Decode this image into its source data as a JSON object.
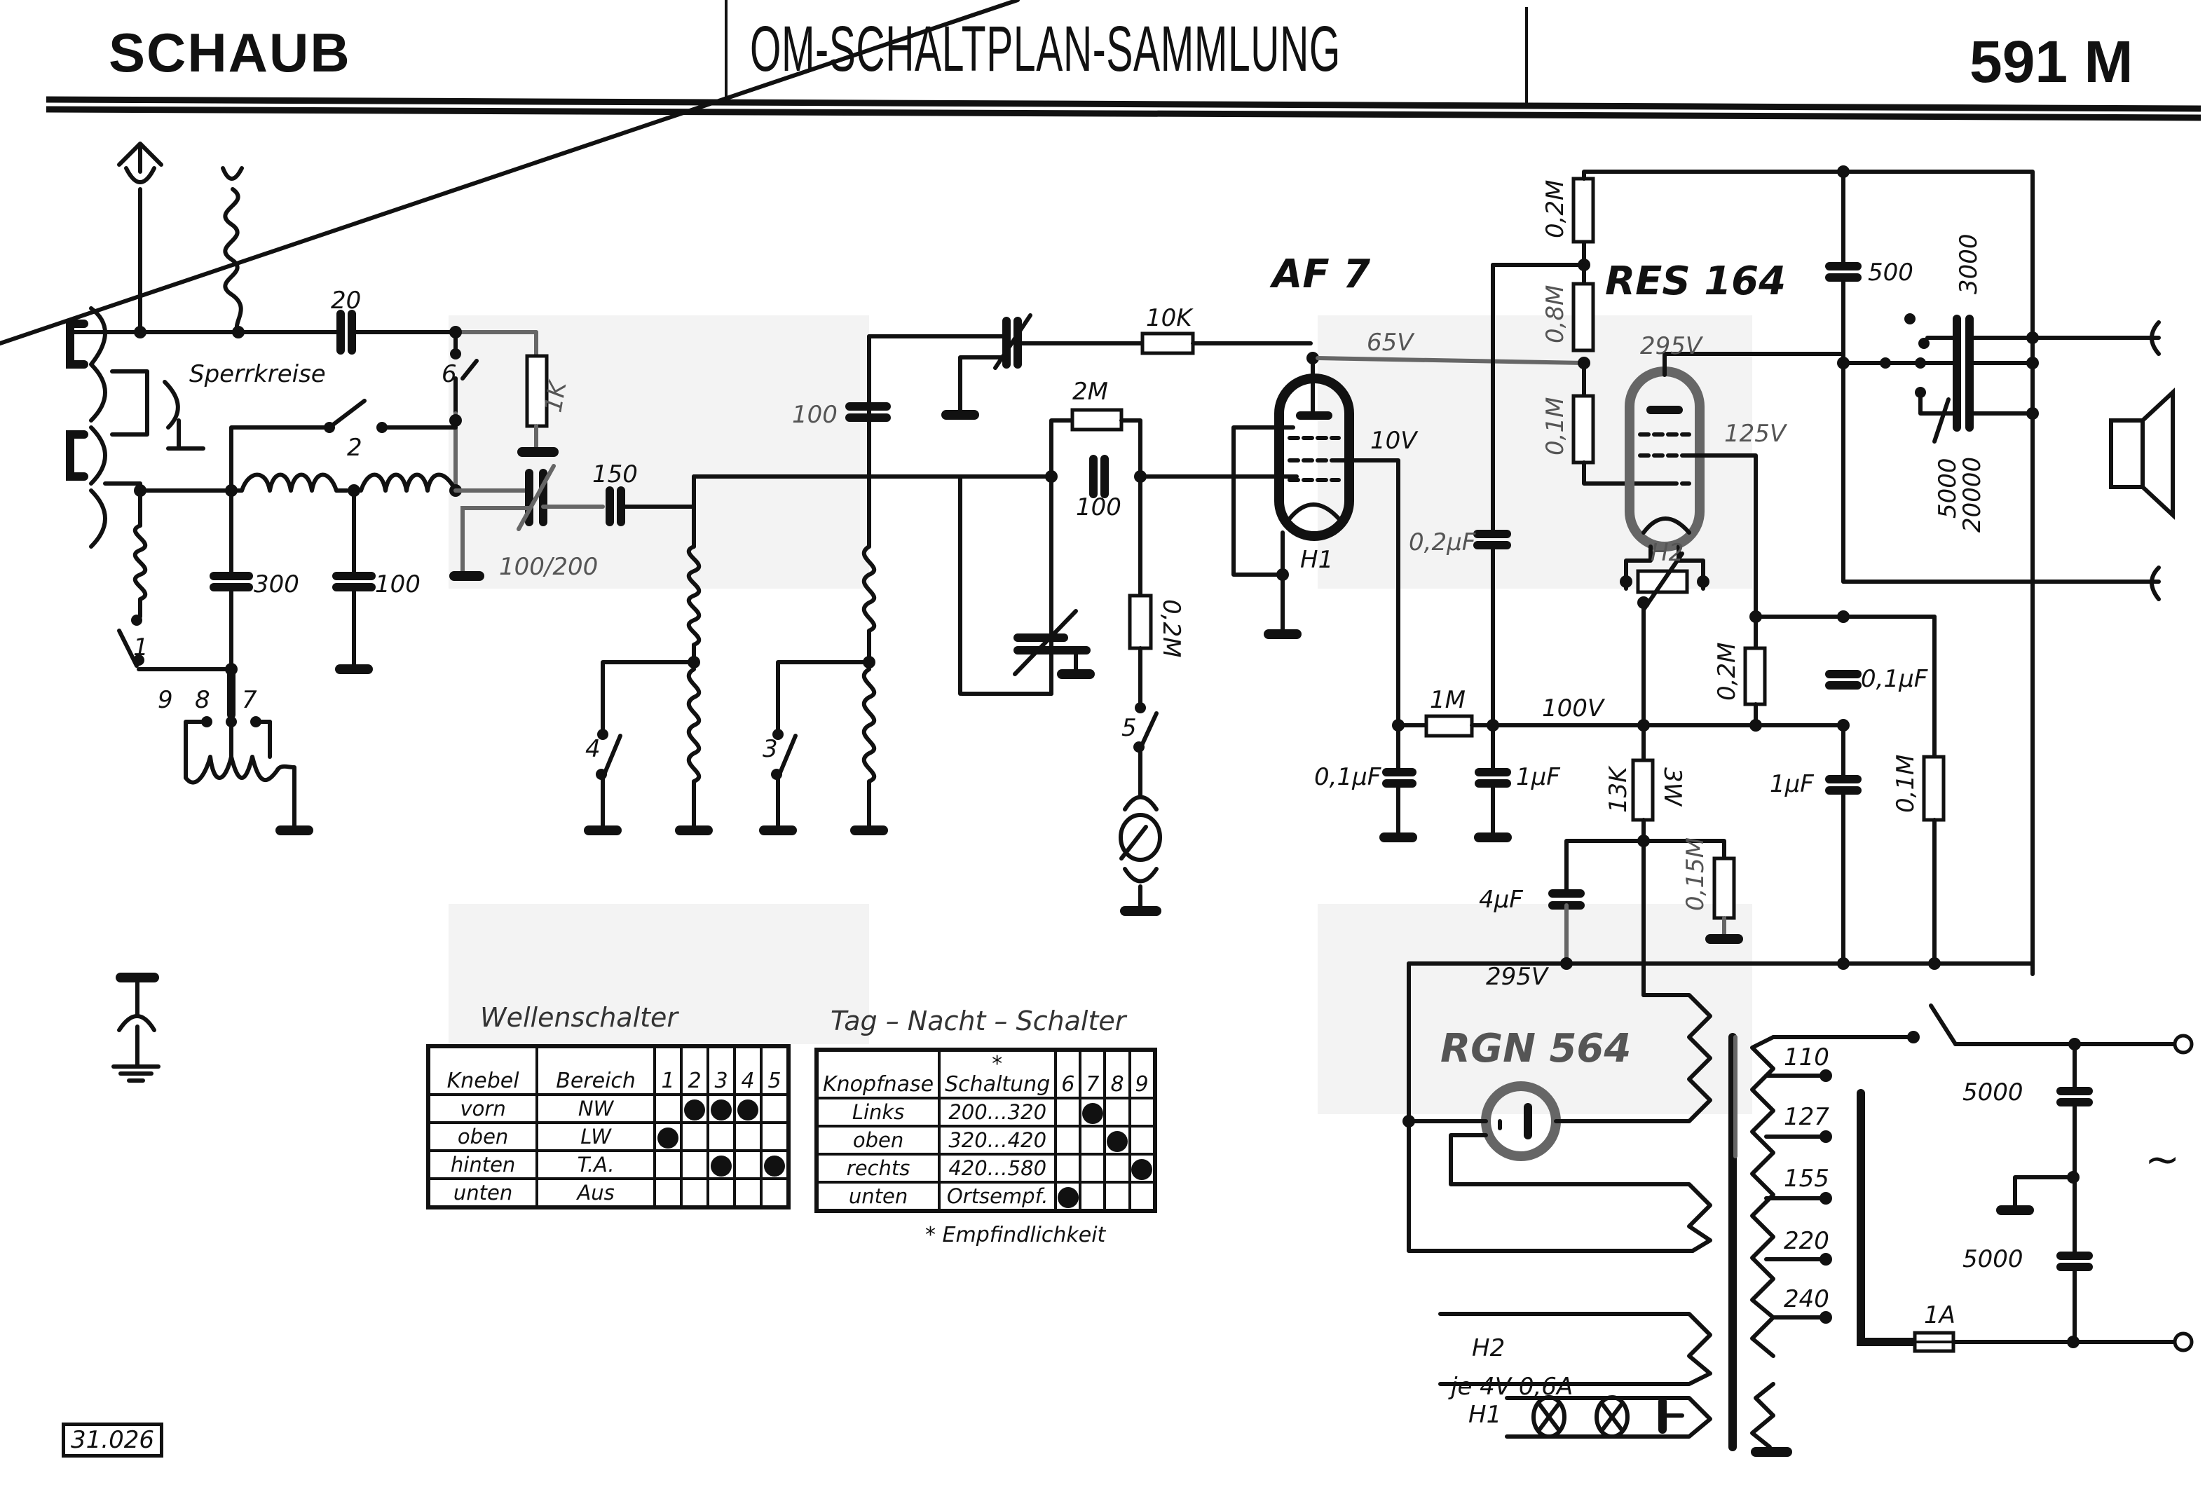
{
  "header": {
    "brand": "SCHAUB",
    "title": "OM-SCHALTPLAN-SAMMLUNG",
    "model": "591 M"
  },
  "tubes": {
    "af7": "AF 7",
    "res164": "RES 164",
    "rgn564": "RGN 564",
    "h1": "H1",
    "h2": "H2"
  },
  "labels": {
    "sperrkreise": "Sperrkreise",
    "c20": "20",
    "r1k": "1K",
    "sw6": "6",
    "sw2": "2",
    "sw1": "1",
    "sw3": "3",
    "sw4": "4",
    "sw5": "5",
    "tap9": "9",
    "tap8": "8",
    "tap7": "7",
    "c300": "300",
    "c100a": "100",
    "c150": "150",
    "c100_200": "100/200",
    "c100b": "100",
    "r10k": "10K",
    "r2m": "2M",
    "c100c": "100",
    "r02m_grid": "0,2M",
    "v65": "65V",
    "v10": "10V",
    "c02uf": "0,2µF",
    "r1m": "1M",
    "v100": "100V",
    "c01uf_a": "0,1µF",
    "c1uf_a": "1µF",
    "r02m_top": "0,2M",
    "r08m": "0,8M",
    "r01m_grid": "0,1M",
    "v295_top": "295V",
    "v125": "125V",
    "c500": "500",
    "c3000": "3000",
    "c5000_tone": "5000",
    "c20000": "20000",
    "r13k": "13K",
    "r3w": "3W",
    "r02m_right": "0,2M",
    "c01uf_b": "0,1µF",
    "c1uf_b": "1µF",
    "r01m_right": "0,1M",
    "c4uf": "4µF",
    "r015m": "0,15M",
    "v295_bottom": "295V",
    "tap110": "110",
    "tap127": "127",
    "tap155": "155",
    "tap220": "220",
    "tap240": "240",
    "c5000_a": "5000",
    "c5000_b": "5000",
    "fuse": "1A",
    "ac": "~",
    "h2_winding": "H2",
    "lamp_rating": "je 4V 0,6A",
    "h1_winding": "H1"
  },
  "wellenschalter": {
    "title": "Wellenschalter",
    "headers": [
      "Knebel",
      "Bereich",
      "1",
      "2",
      "3",
      "4",
      "5"
    ],
    "rows": [
      {
        "knebel": "vorn",
        "bereich": "NW",
        "marks": [
          false,
          true,
          true,
          true,
          false
        ]
      },
      {
        "knebel": "oben",
        "bereich": "LW",
        "marks": [
          true,
          false,
          false,
          false,
          false
        ]
      },
      {
        "knebel": "hinten",
        "bereich": "T.A.",
        "marks": [
          false,
          false,
          true,
          false,
          true
        ]
      },
      {
        "knebel": "unten",
        "bereich": "Aus",
        "marks": [
          false,
          false,
          false,
          false,
          false
        ]
      }
    ]
  },
  "tag_nacht_schalter": {
    "title": "Tag – Nacht – Schalter",
    "headers": [
      "Knopfnase",
      "Schaltung",
      "6",
      "7",
      "8",
      "9"
    ],
    "header_star": "*",
    "rows": [
      {
        "knopfnase": "Links",
        "schaltung": "200…320",
        "marks": [
          false,
          true,
          false,
          false
        ]
      },
      {
        "knopfnase": "oben",
        "schaltung": "320…420",
        "marks": [
          false,
          false,
          true,
          false
        ]
      },
      {
        "knopfnase": "rechts",
        "schaltung": "420…580",
        "marks": [
          false,
          false,
          false,
          true
        ]
      },
      {
        "knopfnase": "unten",
        "schaltung": "Ortsempf.",
        "marks": [
          true,
          false,
          false,
          false
        ]
      }
    ],
    "footnote": "* Empfindlichkeit"
  },
  "document_number": "31.026"
}
